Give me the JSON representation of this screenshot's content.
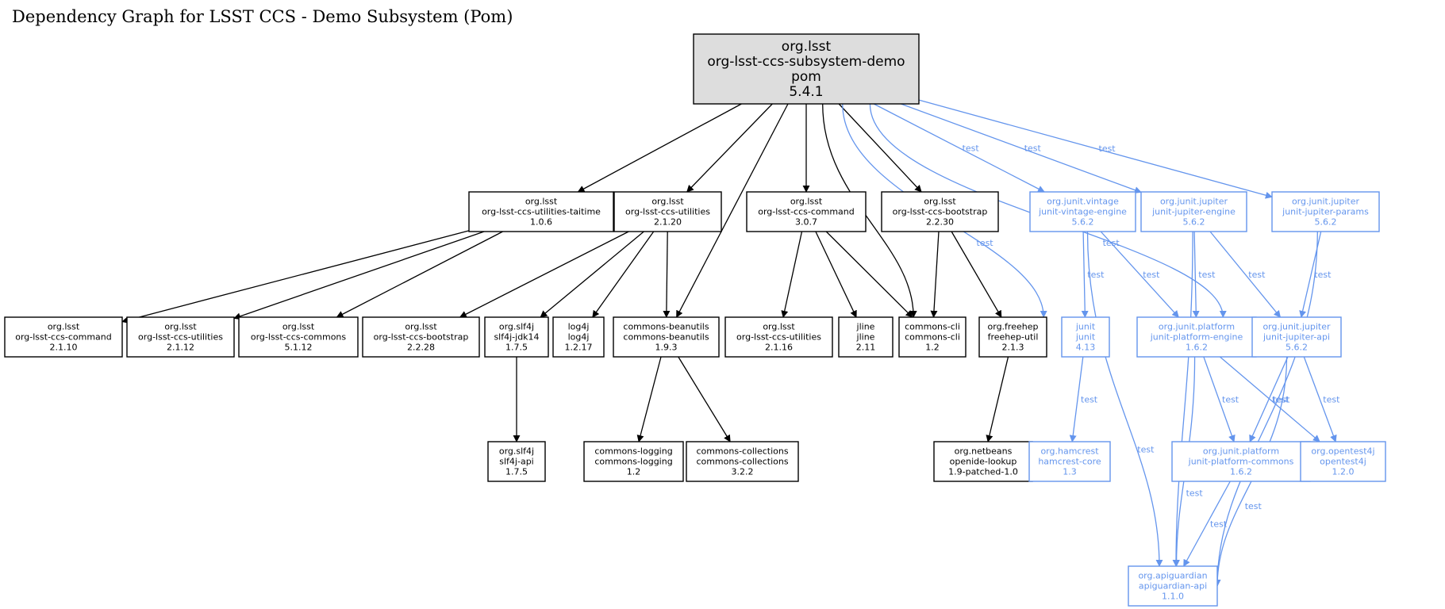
{
  "title": "Dependency Graph for LSST CCS - Demo Subsystem (Pom)",
  "colors": {
    "compile_stroke": "#000000",
    "test_stroke": "#6495ed",
    "root_fill": "#dddddd",
    "node_fill": "#ffffff"
  },
  "nodes": [
    {
      "id": "root",
      "kind": "root",
      "lines": [
        "org.lsst",
        "org-lsst-ccs-subsystem-demo",
        "pom",
        "5.4.1"
      ]
    },
    {
      "id": "util_taitime",
      "kind": "compile",
      "lines": [
        "org.lsst",
        "org-lsst-ccs-utilities-taitime",
        "1.0.6"
      ]
    },
    {
      "id": "util_2120",
      "kind": "compile",
      "lines": [
        "org.lsst",
        "org-lsst-ccs-utilities",
        "2.1.20"
      ]
    },
    {
      "id": "command_307",
      "kind": "compile",
      "lines": [
        "org.lsst",
        "org-lsst-ccs-command",
        "3.0.7"
      ]
    },
    {
      "id": "bootstrap_2230",
      "kind": "compile",
      "lines": [
        "org.lsst",
        "org-lsst-ccs-bootstrap",
        "2.2.30"
      ]
    },
    {
      "id": "vintage",
      "kind": "test",
      "lines": [
        "org.junit.vintage",
        "junit-vintage-engine",
        "5.6.2"
      ]
    },
    {
      "id": "jupiter_engine",
      "kind": "test",
      "lines": [
        "org.junit.jupiter",
        "junit-jupiter-engine",
        "5.6.2"
      ]
    },
    {
      "id": "jupiter_params",
      "kind": "test",
      "lines": [
        "org.junit.jupiter",
        "junit-jupiter-params",
        "5.6.2"
      ]
    },
    {
      "id": "command_2110",
      "kind": "compile",
      "lines": [
        "org.lsst",
        "org-lsst-ccs-command",
        "2.1.10"
      ]
    },
    {
      "id": "util_2112",
      "kind": "compile",
      "lines": [
        "org.lsst",
        "org-lsst-ccs-utilities",
        "2.1.12"
      ]
    },
    {
      "id": "commons_5112",
      "kind": "compile",
      "lines": [
        "org.lsst",
        "org-lsst-ccs-commons",
        "5.1.12"
      ]
    },
    {
      "id": "bootstrap_2228",
      "kind": "compile",
      "lines": [
        "org.lsst",
        "org-lsst-ccs-bootstrap",
        "2.2.28"
      ]
    },
    {
      "id": "slf4j_jdk14",
      "kind": "compile",
      "lines": [
        "org.slf4j",
        "slf4j-jdk14",
        "1.7.5"
      ]
    },
    {
      "id": "log4j",
      "kind": "compile",
      "lines": [
        "log4j",
        "log4j",
        "1.2.17"
      ]
    },
    {
      "id": "beanutils",
      "kind": "compile",
      "lines": [
        "commons-beanutils",
        "commons-beanutils",
        "1.9.3"
      ]
    },
    {
      "id": "util_2116",
      "kind": "compile",
      "lines": [
        "org.lsst",
        "org-lsst-ccs-utilities",
        "2.1.16"
      ]
    },
    {
      "id": "jline",
      "kind": "compile",
      "lines": [
        "jline",
        "jline",
        "2.11"
      ]
    },
    {
      "id": "commons_cli",
      "kind": "compile",
      "lines": [
        "commons-cli",
        "commons-cli",
        "1.2"
      ]
    },
    {
      "id": "freehep",
      "kind": "compile",
      "lines": [
        "org.freehep",
        "freehep-util",
        "2.1.3"
      ]
    },
    {
      "id": "junit",
      "kind": "test",
      "lines": [
        "junit",
        "junit",
        "4.13"
      ]
    },
    {
      "id": "platform_engine",
      "kind": "test",
      "lines": [
        "org.junit.platform",
        "junit-platform-engine",
        "1.6.2"
      ]
    },
    {
      "id": "jupiter_api",
      "kind": "test",
      "lines": [
        "org.junit.jupiter",
        "junit-jupiter-api",
        "5.6.2"
      ]
    },
    {
      "id": "slf4j_api",
      "kind": "compile",
      "lines": [
        "org.slf4j",
        "slf4j-api",
        "1.7.5"
      ]
    },
    {
      "id": "commons_logging",
      "kind": "compile",
      "lines": [
        "commons-logging",
        "commons-logging",
        "1.2"
      ]
    },
    {
      "id": "commons_collections",
      "kind": "compile",
      "lines": [
        "commons-collections",
        "commons-collections",
        "3.2.2"
      ]
    },
    {
      "id": "openide",
      "kind": "compile",
      "lines": [
        "org.netbeans",
        "openide-lookup",
        "1.9-patched-1.0"
      ]
    },
    {
      "id": "hamcrest",
      "kind": "test",
      "lines": [
        "org.hamcrest",
        "hamcrest-core",
        "1.3"
      ]
    },
    {
      "id": "platform_commons",
      "kind": "test",
      "lines": [
        "org.junit.platform",
        "junit-platform-commons",
        "1.6.2"
      ]
    },
    {
      "id": "opentest4j",
      "kind": "test",
      "lines": [
        "org.opentest4j",
        "opentest4j",
        "1.2.0"
      ]
    },
    {
      "id": "apiguardian",
      "kind": "test",
      "lines": [
        "org.apiguardian",
        "apiguardian-api",
        "1.1.0"
      ]
    }
  ],
  "edges": [
    {
      "from": "root",
      "to": "util_taitime",
      "kind": "compile",
      "label": ""
    },
    {
      "from": "root",
      "to": "util_2120",
      "kind": "compile",
      "label": ""
    },
    {
      "from": "root",
      "to": "beanutils",
      "kind": "compile",
      "label": ""
    },
    {
      "from": "root",
      "to": "command_307",
      "kind": "compile",
      "label": ""
    },
    {
      "from": "root",
      "to": "commons_cli",
      "kind": "compile",
      "label": ""
    },
    {
      "from": "root",
      "to": "bootstrap_2230",
      "kind": "compile",
      "label": ""
    },
    {
      "from": "root",
      "to": "junit",
      "kind": "test",
      "label": "test"
    },
    {
      "from": "root",
      "to": "vintage",
      "kind": "test",
      "label": "test"
    },
    {
      "from": "root",
      "to": "jupiter_engine",
      "kind": "test",
      "label": "test"
    },
    {
      "from": "root",
      "to": "jupiter_api",
      "kind": "test",
      "label": "test"
    },
    {
      "from": "root",
      "to": "jupiter_params",
      "kind": "test",
      "label": "test"
    },
    {
      "from": "util_taitime",
      "to": "command_2110",
      "kind": "compile",
      "label": ""
    },
    {
      "from": "util_taitime",
      "to": "util_2112",
      "kind": "compile",
      "label": ""
    },
    {
      "from": "util_taitime",
      "to": "commons_5112",
      "kind": "compile",
      "label": ""
    },
    {
      "from": "util_2120",
      "to": "bootstrap_2228",
      "kind": "compile",
      "label": ""
    },
    {
      "from": "util_2120",
      "to": "slf4j_jdk14",
      "kind": "compile",
      "label": ""
    },
    {
      "from": "util_2120",
      "to": "log4j",
      "kind": "compile",
      "label": ""
    },
    {
      "from": "util_2120",
      "to": "beanutils",
      "kind": "compile",
      "label": ""
    },
    {
      "from": "command_307",
      "to": "util_2116",
      "kind": "compile",
      "label": ""
    },
    {
      "from": "command_307",
      "to": "jline",
      "kind": "compile",
      "label": ""
    },
    {
      "from": "command_307",
      "to": "commons_cli",
      "kind": "compile",
      "label": ""
    },
    {
      "from": "bootstrap_2230",
      "to": "commons_cli",
      "kind": "compile",
      "label": ""
    },
    {
      "from": "bootstrap_2230",
      "to": "freehep",
      "kind": "compile",
      "label": ""
    },
    {
      "from": "slf4j_jdk14",
      "to": "slf4j_api",
      "kind": "compile",
      "label": ""
    },
    {
      "from": "beanutils",
      "to": "commons_logging",
      "kind": "compile",
      "label": ""
    },
    {
      "from": "beanutils",
      "to": "commons_collections",
      "kind": "compile",
      "label": ""
    },
    {
      "from": "freehep",
      "to": "openide",
      "kind": "compile",
      "label": ""
    },
    {
      "from": "vintage",
      "to": "junit",
      "kind": "test",
      "label": "test"
    },
    {
      "from": "vintage",
      "to": "platform_engine",
      "kind": "test",
      "label": "test"
    },
    {
      "from": "vintage",
      "to": "apiguardian",
      "kind": "test",
      "label": "test"
    },
    {
      "from": "jupiter_engine",
      "to": "platform_engine",
      "kind": "test",
      "label": "test"
    },
    {
      "from": "jupiter_engine",
      "to": "jupiter_api",
      "kind": "test",
      "label": "test"
    },
    {
      "from": "jupiter_engine",
      "to": "apiguardian",
      "kind": "test",
      "label": "test"
    },
    {
      "from": "jupiter_params",
      "to": "jupiter_api",
      "kind": "test",
      "label": "test"
    },
    {
      "from": "jupiter_params",
      "to": "apiguardian",
      "kind": "test",
      "label": "test"
    },
    {
      "from": "junit",
      "to": "hamcrest",
      "kind": "test",
      "label": "test"
    },
    {
      "from": "platform_engine",
      "to": "platform_commons",
      "kind": "test",
      "label": "test"
    },
    {
      "from": "platform_engine",
      "to": "opentest4j",
      "kind": "test",
      "label": "test"
    },
    {
      "from": "platform_engine",
      "to": "apiguardian",
      "kind": "test",
      "label": "test"
    },
    {
      "from": "jupiter_api",
      "to": "platform_commons",
      "kind": "test",
      "label": "test"
    },
    {
      "from": "jupiter_api",
      "to": "opentest4j",
      "kind": "test",
      "label": "test"
    },
    {
      "from": "jupiter_api",
      "to": "apiguardian",
      "kind": "test",
      "label": "test"
    },
    {
      "from": "platform_commons",
      "to": "apiguardian",
      "kind": "test",
      "label": "test"
    }
  ]
}
